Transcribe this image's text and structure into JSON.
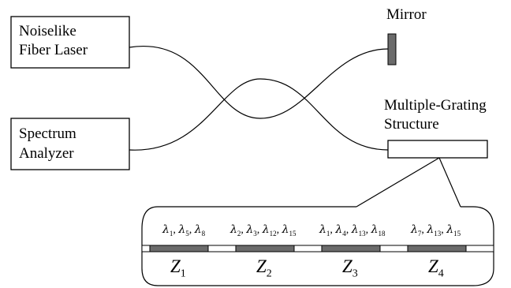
{
  "labels": {
    "laser": [
      "Noiselike",
      "Fiber Laser"
    ],
    "analyzer": [
      "Spectrum",
      "Analyzer"
    ],
    "mirror": "Mirror",
    "grating": [
      "Multiple-Grating",
      "Structure"
    ]
  },
  "zones": [
    {
      "symbol": "Z",
      "index": "1",
      "lambda": [
        "1",
        "5",
        "8"
      ]
    },
    {
      "symbol": "Z",
      "index": "2",
      "lambda": [
        "2",
        "3",
        "12",
        "15"
      ]
    },
    {
      "symbol": "Z",
      "index": "3",
      "lambda": [
        "1",
        "4",
        "13",
        "18"
      ]
    },
    {
      "symbol": "Z",
      "index": "4",
      "lambda": [
        "7",
        "13",
        "15"
      ]
    }
  ],
  "colors": {
    "grating_fill": "#6b6b6b",
    "mirror_fill": "#6b6b6b",
    "stroke": "#000000"
  }
}
